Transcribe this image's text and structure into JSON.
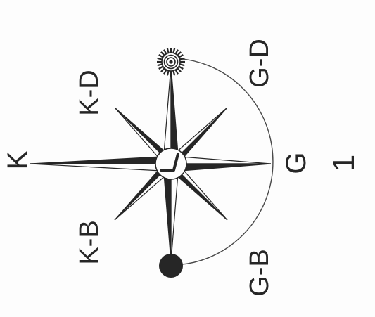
{
  "labels": {
    "k": "K",
    "k_d": "K-D",
    "k_b": "K-B",
    "g": "G",
    "g_d": "G-D",
    "g_b": "G-B",
    "figure_number": "1"
  },
  "colors": {
    "ink": "#262626",
    "paper": "#fdfdfd",
    "outline": "#4a4a4a"
  },
  "icons": {
    "sun": "sun-icon",
    "moon": "filled-circle-icon",
    "compass": "compass-rose-icon"
  }
}
